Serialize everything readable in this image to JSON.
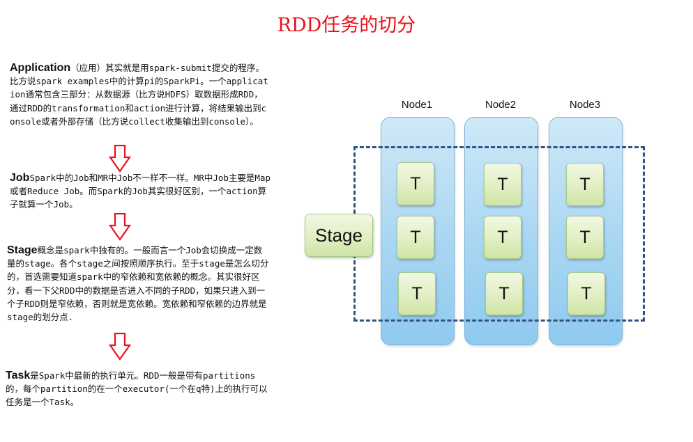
{
  "title": "RDD任务的切分",
  "sections": {
    "application": {
      "head": "Application",
      "text": "（应用）其实就是用spark-submit提交的程序。比方说spark examples中的计算pi的SparkPi。一个application通常包含三部分：从数据源（比方说HDFS）取数据形成RDD，通过RDD的transformation和action进行计算，将结果输出到console或者外部存储（比方说collect收集输出到console）。"
    },
    "job": {
      "head": "Job",
      "text": "Spark中的Job和MR中Job不一样不一样。MR中Job主要是Map或者Reduce Job。而Spark的Job其实很好区别，一个action算子就算一个Job。"
    },
    "stage": {
      "head": "Stage",
      "text": "概念是spark中独有的。一般而言一个Job会切换成一定数量的stage。各个stage之间按照顺序执行。至于stage是怎么切分的，首选需要知道spark中的窄依赖和宽依赖的概念。其实很好区分，看一下父RDD中的数据是否进入不同的子RDD，如果只进入到一个子RDD则是窄依赖，否则就是宽依赖。宽依赖和窄依赖的边界就是stage的划分点."
    },
    "task": {
      "head": "Task",
      "text": "是Spark中最新的执行单元。RDD一般是带有partitions的，每个partition的在一个executor(一个在q特)上的执行可以任务是一个Task。"
    }
  },
  "diagram": {
    "nodes": [
      "Node1",
      "Node2",
      "Node3"
    ],
    "stage_label": "Stage",
    "task_label": "T",
    "colors": {
      "node_fill": "#a8d6f2",
      "task_fill": "#e1efc3",
      "stage_border": "#2f5484",
      "arrow": "#e8101a",
      "title": "#e8101a"
    }
  }
}
